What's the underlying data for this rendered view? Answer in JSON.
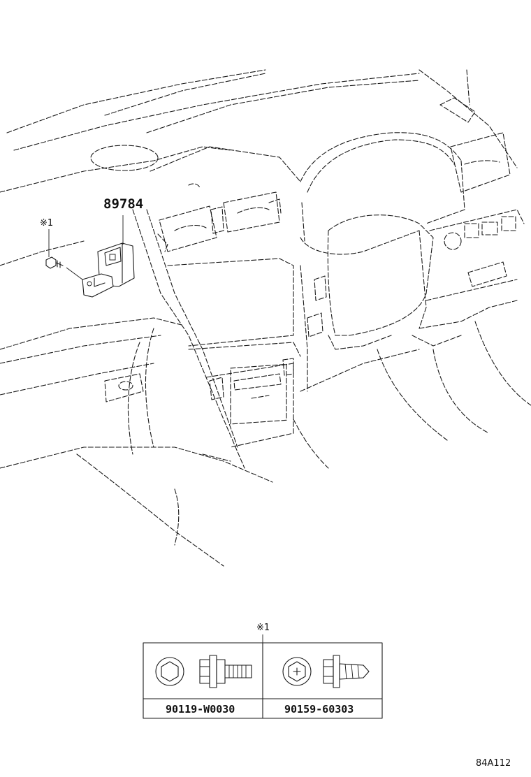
{
  "callouts": {
    "main_part": "89784",
    "fastener_ref_left": "※1",
    "fastener_ref_table": "※1"
  },
  "fastener_table": {
    "items": [
      {
        "part_number": "90119-W0030",
        "type": "hex-flange-bolt-icon"
      },
      {
        "part_number": "90159-60303",
        "type": "phillips-hex-screw-icon"
      }
    ]
  },
  "diagram_code": "84A112"
}
